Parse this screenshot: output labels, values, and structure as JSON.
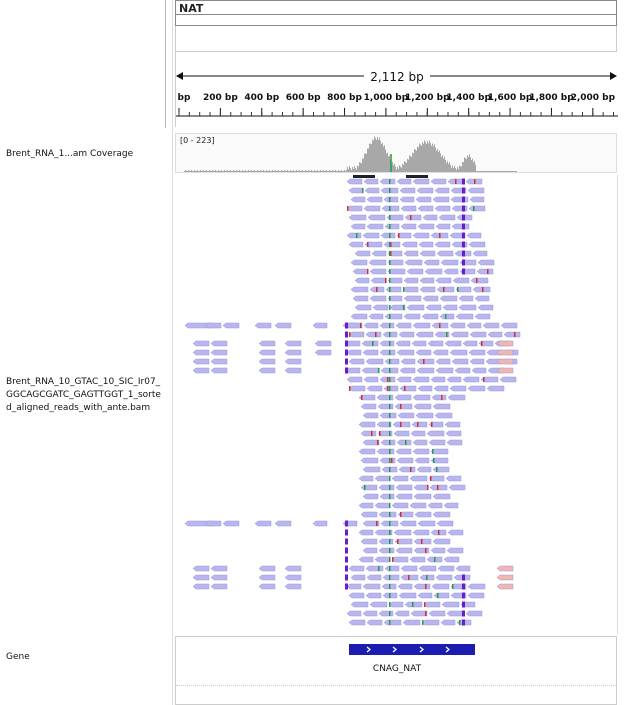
{
  "locus": {
    "name": "NAT"
  },
  "ruler": {
    "span": "2,112 bp",
    "ticks": [
      "bp",
      "200 bp",
      "400 bp",
      "600 bp",
      "800 bp",
      "1,000 bp",
      "1,200 bp",
      "1,400 bp",
      "1,600 bp",
      "1,800 bp",
      "2,000 bp"
    ]
  },
  "tracks": {
    "coverage_name": "Brent_RNA_1...am Coverage",
    "coverage_range": "[0 - 223]",
    "bam_name": "Brent_RNA_10_GTAC_10_SIC_Ir07_GGCAGCGATC_GAGTTGGT_1_sorted_aligned_reads_with_ante.bam",
    "gene_name": "Gene"
  },
  "gene": {
    "label": "CNAG_NAT",
    "strand": "+"
  },
  "colors": {
    "read": "#b8b6ee",
    "read_outline": "#9c98dc",
    "coverage": "#a8a8a8",
    "gene": "#1c1cb0",
    "mismatch_red": "#d23030",
    "mismatch_green": "#20a040",
    "insertion": "#6a1ad0",
    "pink_read": "#f0b6b2"
  }
}
